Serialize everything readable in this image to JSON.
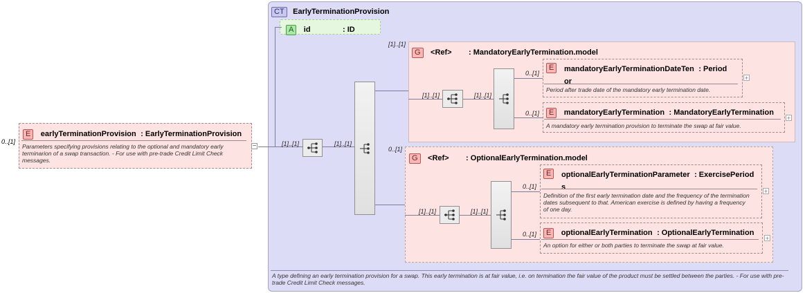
{
  "complex_type": {
    "badge": "CT",
    "name": "EarlyTerminationProvision",
    "doc": "A type defining an early termination provision for a swap. This early termination is at fair value, i.e. on termination the fair value of the product must be settled between the parties. - For use with pre-trade Credit Limit Check messages."
  },
  "attribute": {
    "badge": "A",
    "name": "id",
    "type": ": ID"
  },
  "root_element": {
    "badge": "E",
    "cardinality": "0..[1]",
    "name": "earlyTerminationProvision",
    "type": ": EarlyTerminationProvision",
    "doc": "Parameters specifying provisions relating to the optional and mandatory early terminarion of a swap transaction. - For use with pre-trade Credit Limit Check messages."
  },
  "main_sequence": {
    "cardinality": "[1]..[1]"
  },
  "choice": {
    "cardinality": "[1]..[1]"
  },
  "mandatory_group": {
    "badge": "G",
    "ref": "<Ref>",
    "name": ": MandatoryEarlyTermination.model",
    "cardinality": "[1]..[1]",
    "seq_cardinality": "[1]..[1]",
    "inner_cardinality": "[1]..[1]",
    "elements": [
      {
        "badge": "E",
        "cardinality": "0..[1]",
        "name_line1": "mandatoryEarlyTerminationDateTen",
        "name_line2": "or",
        "type": ": Period",
        "doc": "Period after trade date of the mandatory early termination date."
      },
      {
        "badge": "E",
        "cardinality": "0..[1]",
        "name_line1": "mandatoryEarlyTermination",
        "type": ": MandatoryEarlyTermination",
        "doc": "A mandatory early termination provision to terminate the swap at fair value."
      }
    ]
  },
  "optional_group": {
    "badge": "G",
    "ref": "<Ref>",
    "name": ": OptionalEarlyTermination.model",
    "cardinality": "0..[1]",
    "seq_cardinality": "[1]..[1]",
    "inner_cardinality": "[1]..[1]",
    "elements": [
      {
        "badge": "E",
        "cardinality": "0..[1]",
        "name_line1": "optionalEarlyTerminationParameter",
        "type": ": ExercisePeriod",
        "name_line2": "s",
        "doc": "Definition of the first early termination date and the frequency of the termination dates subsequent to that. American exercise is defined by having a frequency of one day."
      },
      {
        "badge": "E",
        "cardinality": "0..[1]",
        "name_line1": "optionalEarlyTermination",
        "type": ": OptionalEarlyTermination",
        "doc": "An option for either or both parties to terminate the swap at fair value."
      }
    ]
  }
}
